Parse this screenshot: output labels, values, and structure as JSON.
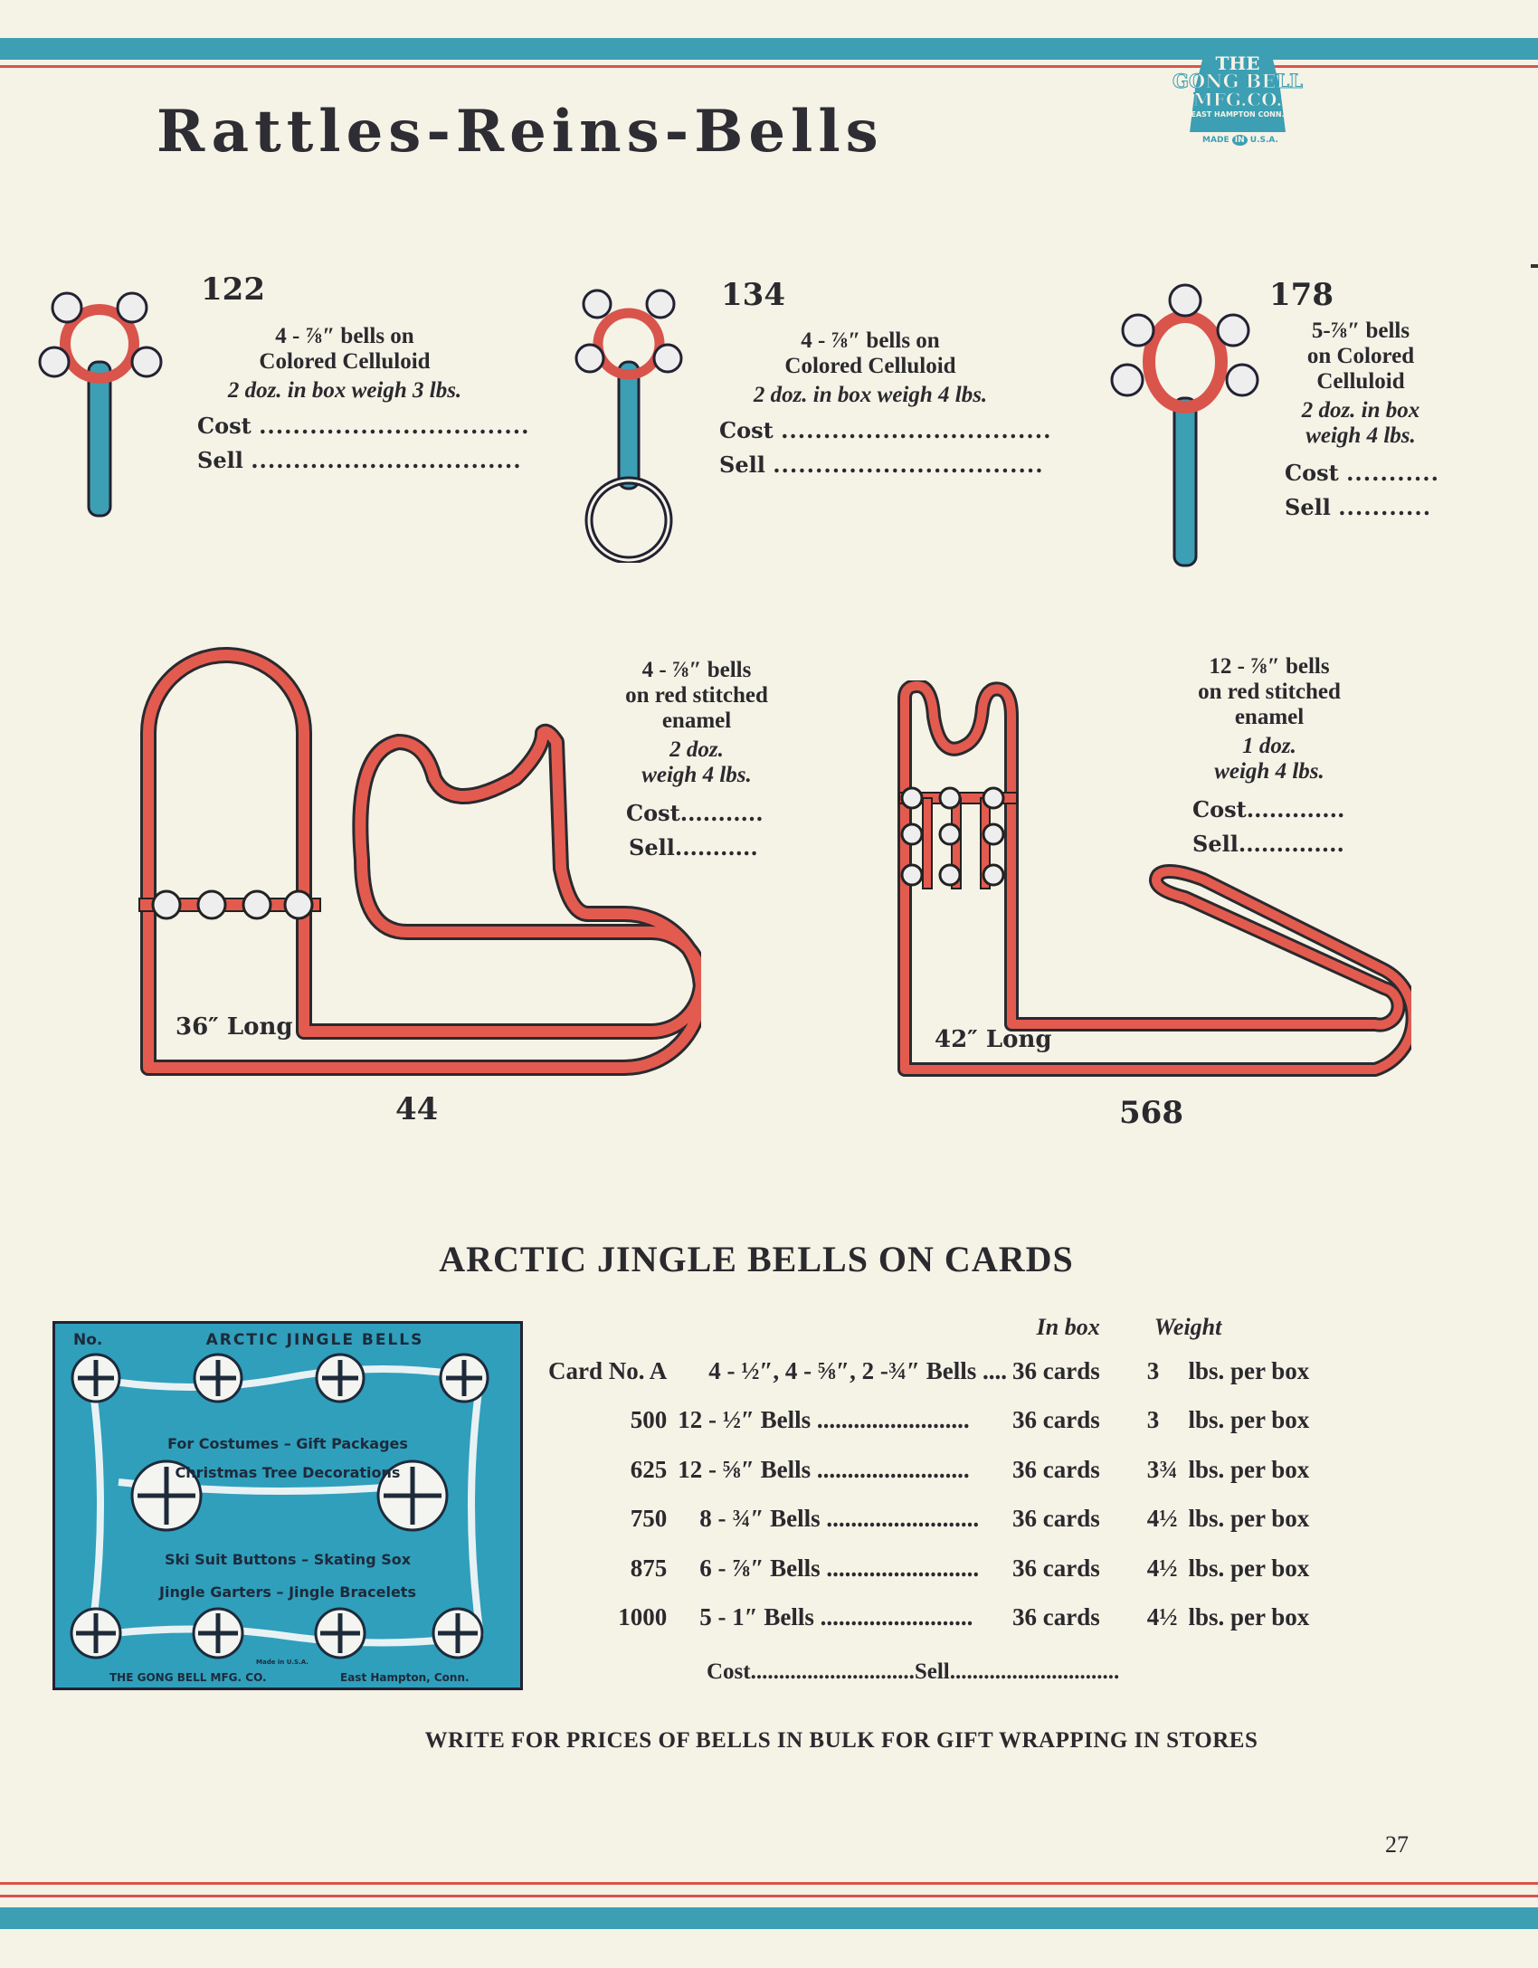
{
  "title": "Rattles-Reins-Bells",
  "logo": {
    "line1": "THE",
    "line2": "GONG BELL",
    "line3": "MFG.CO.",
    "line4": "EAST HAMPTON CONN.",
    "made_in": "MADE",
    "in": "IN",
    "usa": "U.S.A."
  },
  "rattles": [
    {
      "number": "122",
      "lines": [
        "4 - ⅞″ bells on",
        "Colored Celluloid"
      ],
      "pack": "2 doz. in box weigh 3 lbs.",
      "cost": "Cost",
      "sell": "Sell",
      "dots": "................................"
    },
    {
      "number": "134",
      "lines": [
        "4 - ⅞″ bells on",
        "Colored Celluloid"
      ],
      "pack": "2 doz. in box weigh 4 lbs.",
      "cost": "Cost",
      "sell": "Sell",
      "dots": "................................"
    },
    {
      "number": "178",
      "lines": [
        "5-⅞″ bells",
        "on Colored",
        "Celluloid"
      ],
      "pack1": "2 doz. in box",
      "pack2": "weigh 4 lbs.",
      "cost": "Cost",
      "sell": "Sell",
      "dots": "..........."
    }
  ],
  "reins": [
    {
      "number": "44",
      "length": "36″ Long",
      "lines": [
        "4 - ⅞″ bells",
        "on red stitched",
        "enamel"
      ],
      "pack1": "2 doz.",
      "pack2": "weigh 4 lbs.",
      "cost": "Cost...........",
      "sell": "Sell..........."
    },
    {
      "number": "568",
      "length": "42″ Long",
      "lines": [
        "12 - ⅞″ bells",
        "on red stitched",
        "enamel"
      ],
      "pack1": "1 doz.",
      "pack2": "weigh 4 lbs.",
      "cost": "Cost.............",
      "sell": "Sell.............."
    }
  ],
  "arctic": {
    "heading": "ARCTIC JINGLE BELLS ON CARDS",
    "card": {
      "no": "No.",
      "title": "ARCTIC JINGLE BELLS",
      "l1": "For Costumes – Gift Packages",
      "l2": "Christmas Tree Decorations",
      "l3": "Ski Suit Buttons – Skating Sox",
      "l4": "Jingle Garters – Jingle Bracelets",
      "made": "Made in U.S.A.",
      "maker": "THE GONG BELL MFG. CO.",
      "city": "East Hampton, Conn."
    },
    "headers": {
      "in_box": "In box",
      "weight": "Weight"
    },
    "rows": [
      {
        "no": "Card No. A",
        "desc": "4 - ½″, 4 - ⅝″, 2 -¾″ Bells ....",
        "in_box": "36 cards",
        "weight": "3",
        "unit": "lbs. per box"
      },
      {
        "no": "500",
        "desc": "12 - ½″ Bells  .........................",
        "in_box": "36 cards",
        "weight": "3",
        "unit": "lbs. per box"
      },
      {
        "no": "625",
        "desc": "12 - ⅝″ Bells  .........................",
        "in_box": "36 cards",
        "weight": "3¾",
        "unit": "lbs. per box"
      },
      {
        "no": "750",
        "desc": "8 - ¾″ Bells  .........................",
        "in_box": "36 cards",
        "weight": "4½",
        "unit": "lbs. per box"
      },
      {
        "no": "875",
        "desc": "6 - ⅞″ Bells  .........................",
        "in_box": "36 cards",
        "weight": "4½",
        "unit": "lbs. per box"
      },
      {
        "no": "1000",
        "desc": "5 -  1″ Bells  .........................",
        "in_box": "36 cards",
        "weight": "4½",
        "unit": "lbs. per box"
      }
    ],
    "cost_sell": "Cost.............................Sell.............................."
  },
  "footer": "WRITE FOR PRICES OF BELLS IN BULK FOR GIFT WRAPPING IN STORES",
  "page_number": "27",
  "colors": {
    "teal": "#3c9fb3",
    "red": "#d9544b",
    "paper": "#f5f2e6"
  }
}
